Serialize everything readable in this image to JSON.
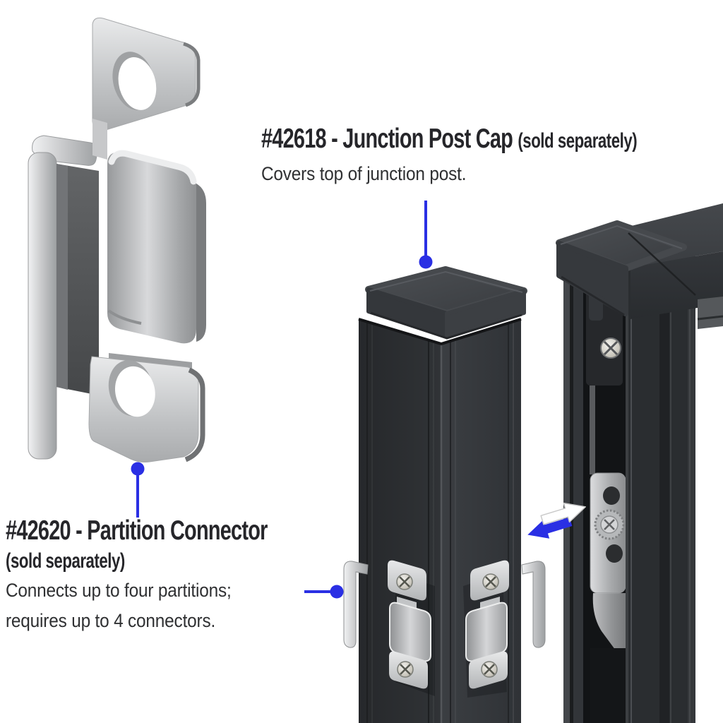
{
  "colors": {
    "accent": "#2a2fe4",
    "background": "#ffffff",
    "text_heading": "#26262a",
    "text_body": "#2f3032",
    "post_dark": "#2c2f33",
    "metal_silver": "#c9cacc"
  },
  "annotations": {
    "junction_post_cap": {
      "title": "#42618 - Junction Post Cap",
      "availability": "(sold separately)",
      "description": "Covers top of junction post."
    },
    "partition_connector": {
      "title": "#42620 - Partition Connector",
      "availability": "(sold separately)",
      "description_lines": [
        "Connects up to four partitions;",
        "requires up to 4 connectors."
      ]
    }
  },
  "figures": {
    "connector_closeup": "partition-connector-closeup",
    "junction_post": "junction-post-with-cap-and-connectors",
    "partition_frame": "partition-frame-corner",
    "direction_arrows": "insertion-direction-double-arrow",
    "callouts": [
      "cap-callout",
      "connector-callout",
      "partitions-callout"
    ]
  }
}
